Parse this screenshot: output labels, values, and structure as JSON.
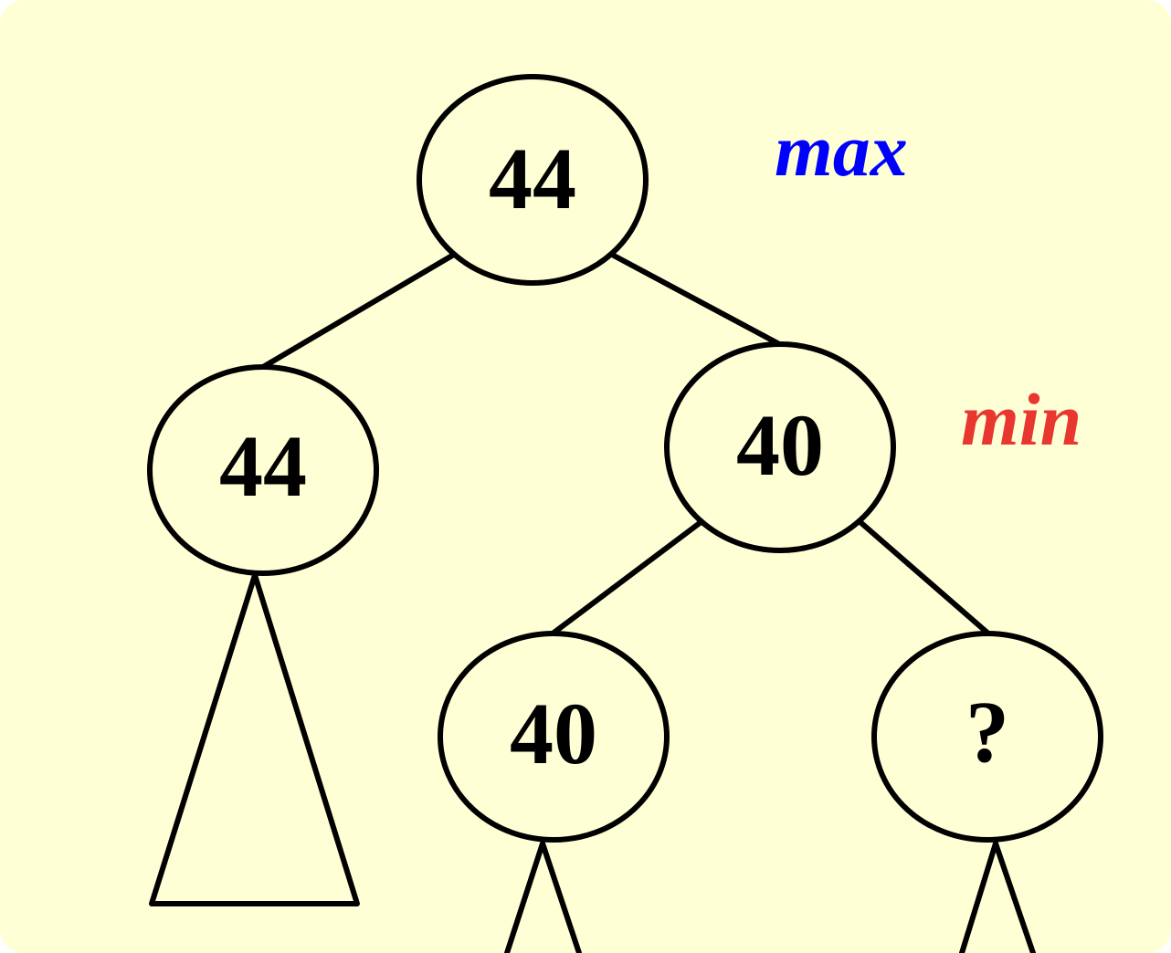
{
  "colors": {
    "background": "#FFFFD6",
    "stroke": "#000000",
    "max_label": "#0000FF",
    "min_label": "#E8372F"
  },
  "levels": {
    "max_label": "max",
    "min_label": "min"
  },
  "nodes": {
    "root": "44",
    "left": "44",
    "right": "40",
    "right_left": "40",
    "right_right": "?"
  }
}
